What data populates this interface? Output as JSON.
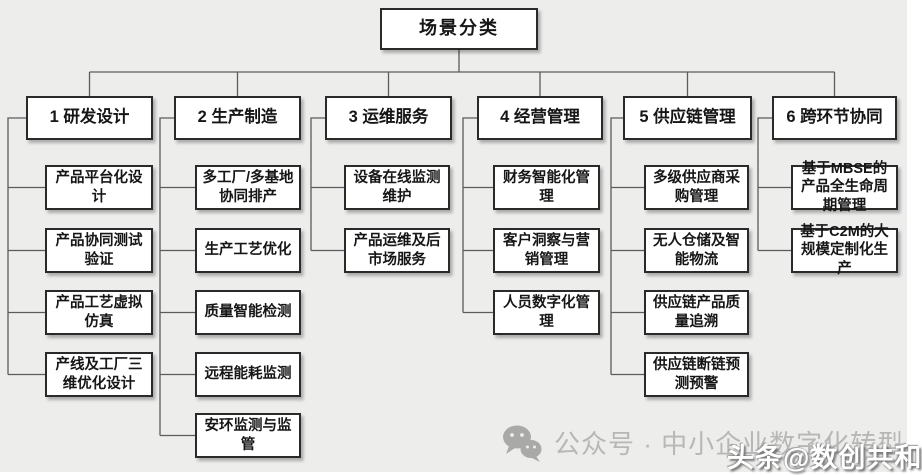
{
  "colors": {
    "background": "#ededec",
    "box_fill": "#ffffff",
    "box_border": "#2a2a2a",
    "connector_line": "#5c5c5c",
    "text": "#161616",
    "watermark_gray": "#b7b7b6",
    "watermark_white": "#ffffff"
  },
  "root": {
    "label": "场景分类"
  },
  "columns": [
    {
      "label": "1 研发设计",
      "children": [
        "产品平台化设计",
        "产品协同测试验证",
        "产品工艺虚拟仿真",
        "产线及工厂三维优化设计"
      ]
    },
    {
      "label": "2 生产制造",
      "children": [
        "多工厂/多基地协同排产",
        "生产工艺优化",
        "质量智能检测",
        "远程能耗监测",
        "安环监测与监管"
      ]
    },
    {
      "label": "3 运维服务",
      "children": [
        "设备在线监测维护",
        "产品运维及后市场服务"
      ]
    },
    {
      "label": "4 经营管理",
      "children": [
        "财务智能化管理",
        "客户洞察与营销管理",
        "人员数字化管理"
      ]
    },
    {
      "label": "5 供应链管理",
      "children": [
        "多级供应商采购管理",
        "无人仓储及智能物流",
        "供应链产品质量追溯",
        "供应链断链预测预警"
      ]
    },
    {
      "label": "6 跨环节协同",
      "children": [
        "基于MBSE的产品全生命周期管理",
        "基于C2M的大规模定制化生产"
      ]
    }
  ],
  "watermark": {
    "icon": "wechat-icon",
    "wechat_label": "公众号 · 中小企业数字化转型",
    "toutiao_label": "头条@数创共和"
  }
}
